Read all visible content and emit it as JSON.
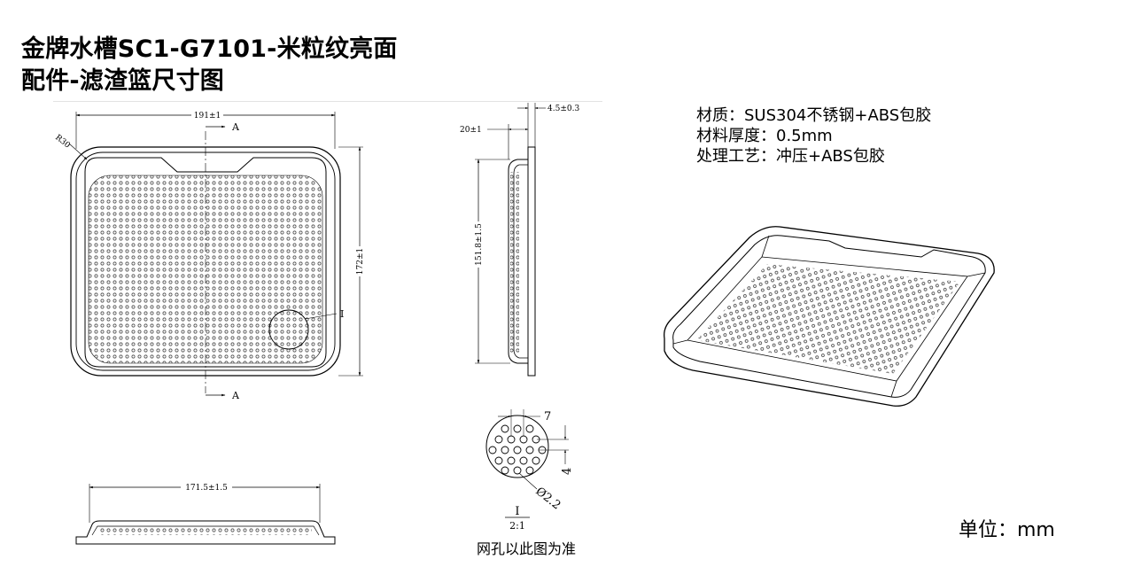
{
  "title": {
    "line1": "金牌水槽SC1-G7101-米粒纹亮面",
    "line2": "配件-滤渣篮尺寸图"
  },
  "specs": {
    "material": "材质：SUS304不锈钢+ABS包胶",
    "thickness": "材料厚度：0.5mm",
    "process": "处理工艺：冲压+ABS包胶"
  },
  "units": "单位：mm",
  "dimensions": {
    "width": "191±1",
    "height": "172±1",
    "radius": "R30",
    "section_a": "A",
    "detail": "I",
    "side_height": "151.8±1.5",
    "depth": "20±1",
    "rim": "4.5±0.3",
    "bottom_width": "171.5±1.5",
    "hole_pitch": "7",
    "hole_row": "4",
    "hole_dia": "Ø2.2",
    "detail_label": "I",
    "detail_scale": "2:1"
  },
  "mesh_note": "网孔以此图为准"
}
